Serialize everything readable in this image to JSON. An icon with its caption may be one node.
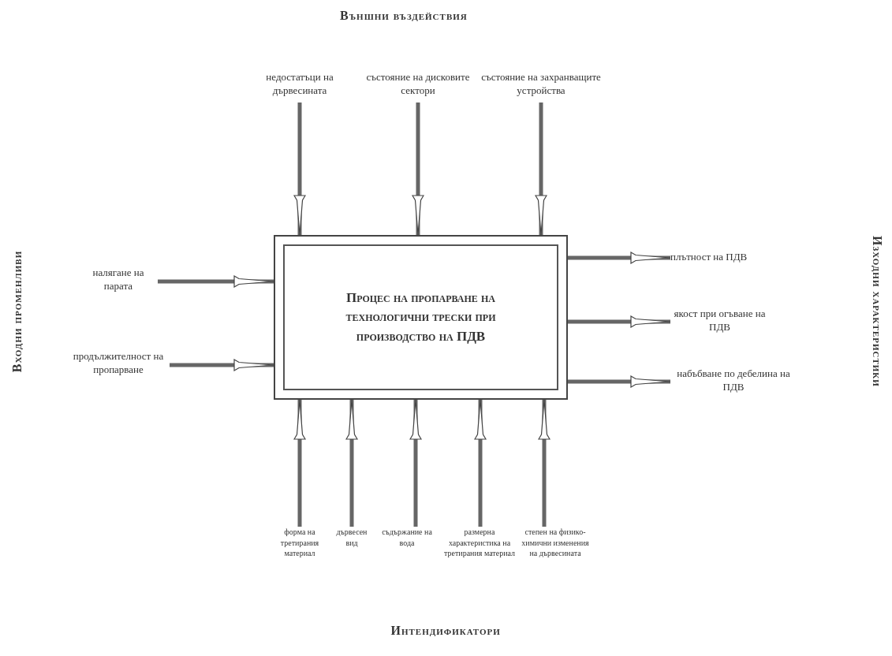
{
  "diagram": {
    "nodes": [
      {
        "text": [
          "Процес на пропарване на технологични трески при производство на ПДВ"
        ]
      },
      {
        "text": [
          "недостатъци на дървесината"
        ]
      },
      {
        "text": [
          "състояние на дисковите сектори"
        ]
      },
      {
        "text": [
          "състояние на захранващите устройства"
        ]
      },
      {
        "text": [
          "налягане на парата"
        ]
      },
      {
        "text": [
          "продължителност на пропарване"
        ]
      },
      {
        "text": [
          "плътност на ПДВ"
        ]
      },
      {
        "text": [
          "якост при огъване на ПДВ"
        ]
      },
      {
        "text": [
          "набъбване по дебелина на ПДВ"
        ]
      },
      {
        "text": [
          "форма на третирания материал"
        ]
      },
      {
        "text": [
          "дървесен вид"
        ]
      },
      {
        "text": [
          "съдържание на вода"
        ]
      },
      {
        "text": [
          "размерна характеристика на третирания материал"
        ]
      },
      {
        "text": [
          "степен на физико-химични изменения на дървесината"
        ]
      }
    ],
    "edges": [
      {
        "from": 1,
        "to": 0,
        "arrow": "to"
      },
      {
        "from": 2,
        "to": 0,
        "arrow": "to"
      },
      {
        "from": 3,
        "to": 0,
        "arrow": "to"
      },
      {
        "from": 4,
        "to": 0,
        "arrow": "to"
      },
      {
        "from": 5,
        "to": 0,
        "arrow": "to"
      },
      {
        "from": 0,
        "to": 6,
        "arrow": "to"
      },
      {
        "from": 0,
        "to": 7,
        "arrow": "to"
      },
      {
        "from": 0,
        "to": 8,
        "arrow": "to"
      },
      {
        "from": 9,
        "to": 0,
        "arrow": "to"
      },
      {
        "from": 10,
        "to": 0,
        "arrow": "to"
      },
      {
        "from": 11,
        "to": 0,
        "arrow": "to"
      },
      {
        "from": 12,
        "to": 0,
        "arrow": "to"
      },
      {
        "from": 13,
        "to": 0,
        "arrow": "to"
      }
    ],
    "labels": [
      "Външни въздействия",
      "Входни променливи",
      "Изходни характеристики",
      "Интендификатори"
    ]
  }
}
